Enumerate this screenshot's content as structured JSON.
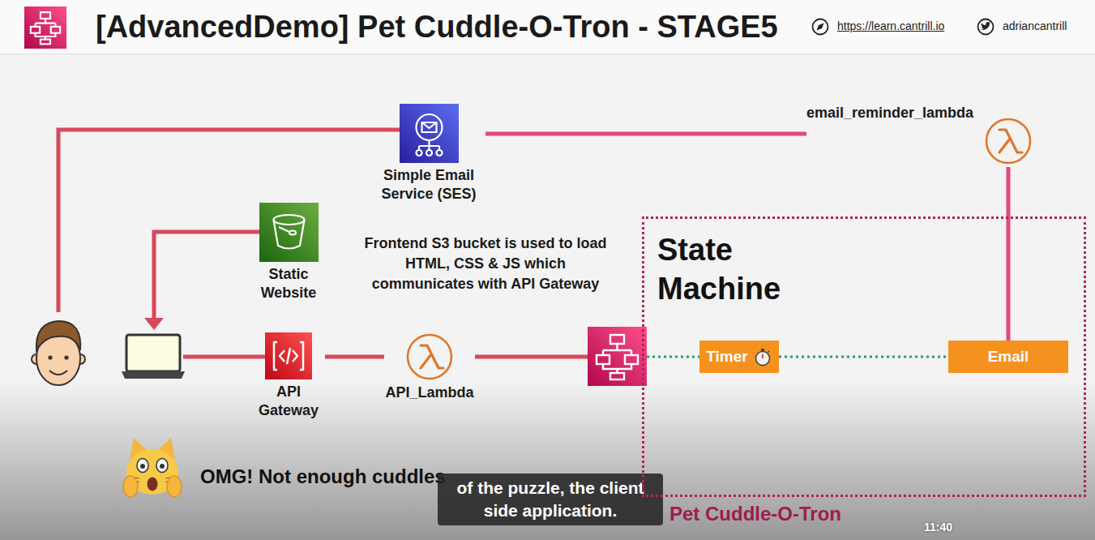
{
  "diagram": {
    "title": "[AdvancedDemo] Pet Cuddle-O-Tron - STAGE5",
    "nodes": [
      {
        "text": [
          "Simple Email Service (SES)"
        ]
      },
      {
        "text": [
          "email_reminder_lambda"
        ]
      },
      {
        "text": [
          "Static Website"
        ]
      },
      {
        "text": [
          "State Machine"
        ]
      },
      {
        "text": [
          "API Gateway"
        ]
      },
      {
        "text": [
          "API_Lambda"
        ]
      },
      {
        "text": [
          "Timer"
        ],
        "in": 3
      },
      {
        "text": [
          "Email"
        ],
        "in": 3
      }
    ],
    "edges": [
      {
        "from": 1,
        "to": 0,
        "arrow": "none"
      },
      {
        "from": 1,
        "to": 7,
        "arrow": "none"
      },
      {
        "from": 4,
        "to": 5,
        "arrow": "none"
      },
      {
        "from": 5,
        "to": 3,
        "arrow": "none"
      },
      {
        "from": 6,
        "to": 7,
        "arrow": "none"
      }
    ],
    "labels": [
      "https://learn.cantrill.io",
      "adriancantrill",
      "Frontend S3 bucket is used to load HTML, CSS & JS which communicates with API Gateway",
      "OMG! Not enough cuddles",
      "of the puzzle, the client side application.",
      "Pet Cuddle-O-Tron",
      "11:40"
    ]
  }
}
